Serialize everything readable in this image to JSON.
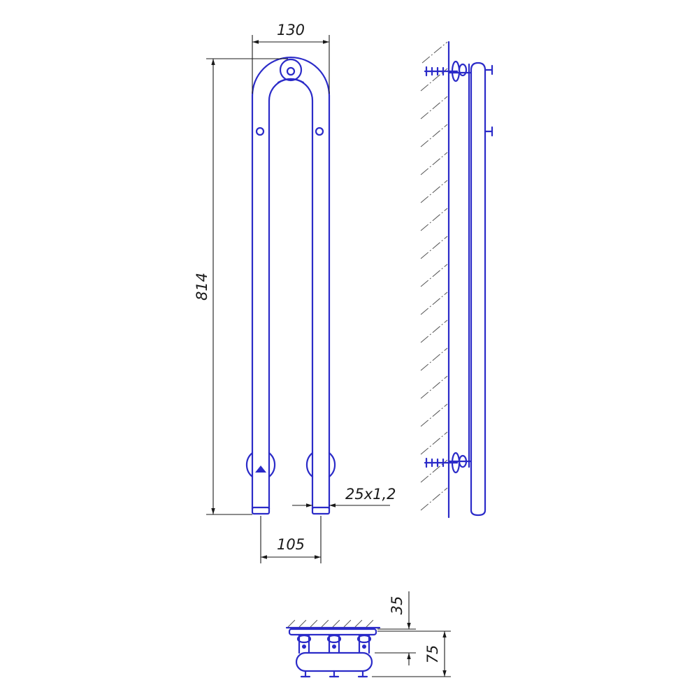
{
  "colors": {
    "line": "#2b2bc8",
    "dimension": "#1a1a1a",
    "hatch": "#555555",
    "background": "#ffffff"
  },
  "dimensions": {
    "top_width": "130",
    "height": "814",
    "pipe": "25x1,2",
    "center_distance": "105",
    "wall_offset": "35",
    "depth": "75"
  }
}
